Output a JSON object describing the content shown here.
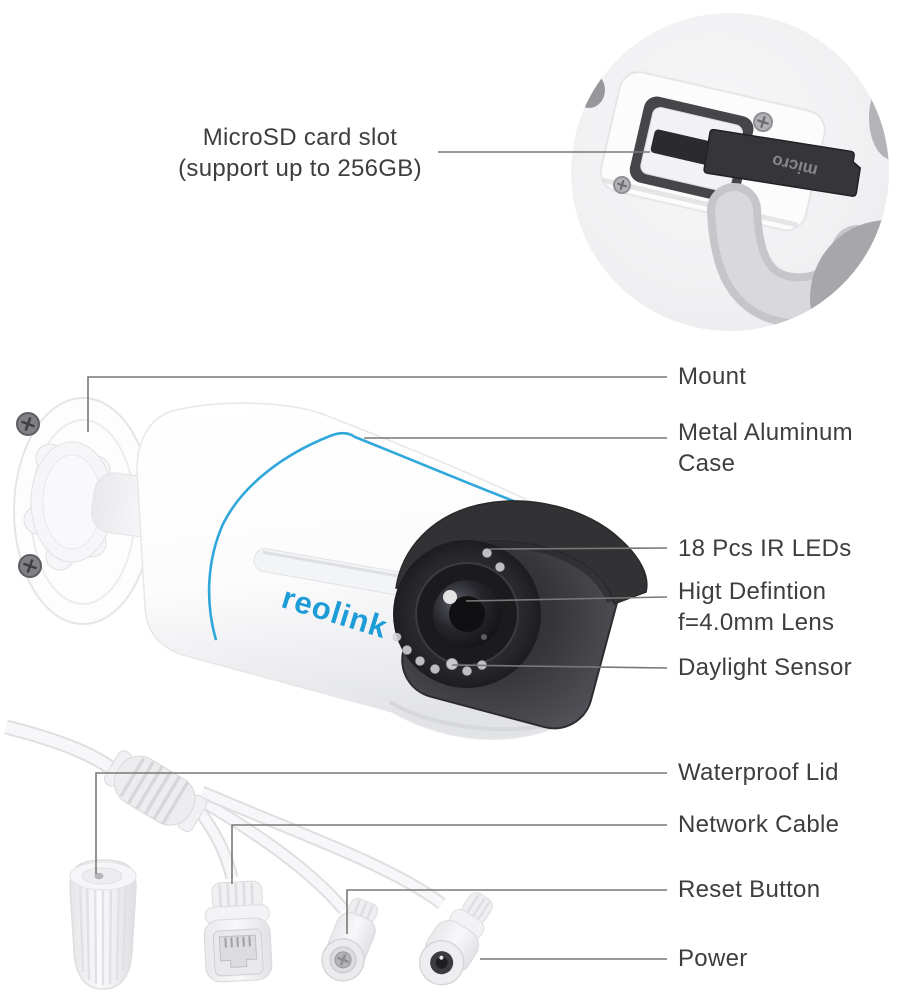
{
  "colors": {
    "accent_blue": "#1e9cd7",
    "label_text": "#3e3e3e",
    "annotation_line": "#787878",
    "camera_dark": "#3a3a3e",
    "inset_background": "#eeeef0"
  },
  "inset": {
    "label_line1": "MicroSD card slot",
    "label_line2": "(support up to 256GB)",
    "sd_card_brand": "micro"
  },
  "camera": {
    "logo_text": "reolink",
    "labels": {
      "mount": "Mount",
      "metal_case_line1": "Metal Aluminum",
      "metal_case_line2": "Case",
      "ir_leds": "18 Pcs IR LEDs",
      "lens_line1": "Higt Defintion",
      "lens_line2": "f=4.0mm Lens",
      "daylight_sensor": "Daylight Sensor"
    }
  },
  "cables": {
    "labels": {
      "waterproof_lid": "Waterproof Lid",
      "network_cable": "Network Cable",
      "reset_button": "Reset Button",
      "power": "Power"
    }
  }
}
